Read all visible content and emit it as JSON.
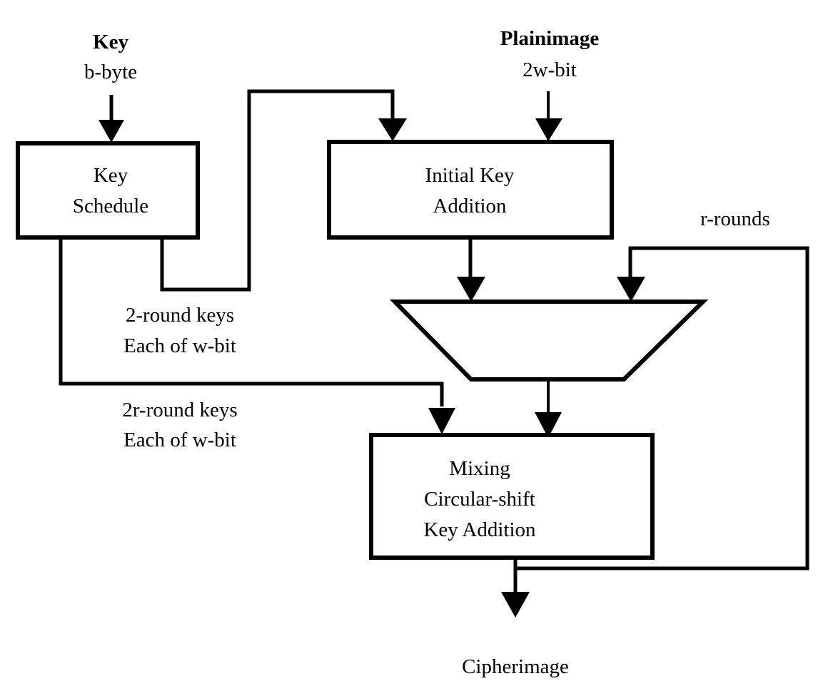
{
  "diagram": {
    "title": "RC5-based image encryption block diagram",
    "inputs": {
      "key": {
        "line1": "Key",
        "line2": "b-byte"
      },
      "plainimage": {
        "line1": "Plainimage",
        "line2": "2w-bit"
      }
    },
    "blocks": {
      "key_schedule": {
        "line1": "Key",
        "line2": "Schedule"
      },
      "initial_key_addition": {
        "line1": "Initial Key",
        "line2": "Addition"
      },
      "multiplexer": {
        "label": ""
      },
      "mixing": {
        "line1": "Mixing",
        "line2": "Circular-shift",
        "line3": "Key Addition"
      }
    },
    "annotations": {
      "two_round_keys": {
        "line1": "2-round keys",
        "line2": "Each of w-bit"
      },
      "two_r_round_keys": {
        "line1": "2r-round keys",
        "line2": "Each of w-bit"
      },
      "r_rounds": "r-rounds"
    },
    "output": {
      "label": "Cipherimage"
    },
    "colors": {
      "stroke": "#000000",
      "background": "#ffffff"
    }
  }
}
